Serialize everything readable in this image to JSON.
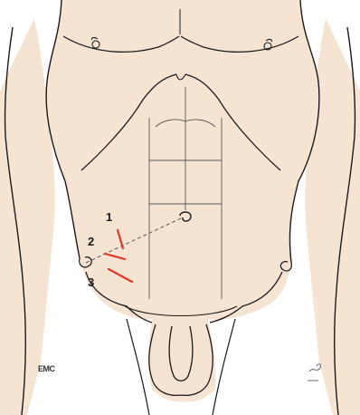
{
  "labels": {
    "one": "1",
    "two": "2",
    "three": "3"
  },
  "watermark": "EMC",
  "colors": {
    "skin": "#f6e4d2",
    "outline": "#1a1a1a",
    "incision": "#e0392b",
    "guide_line": "#555555"
  }
}
